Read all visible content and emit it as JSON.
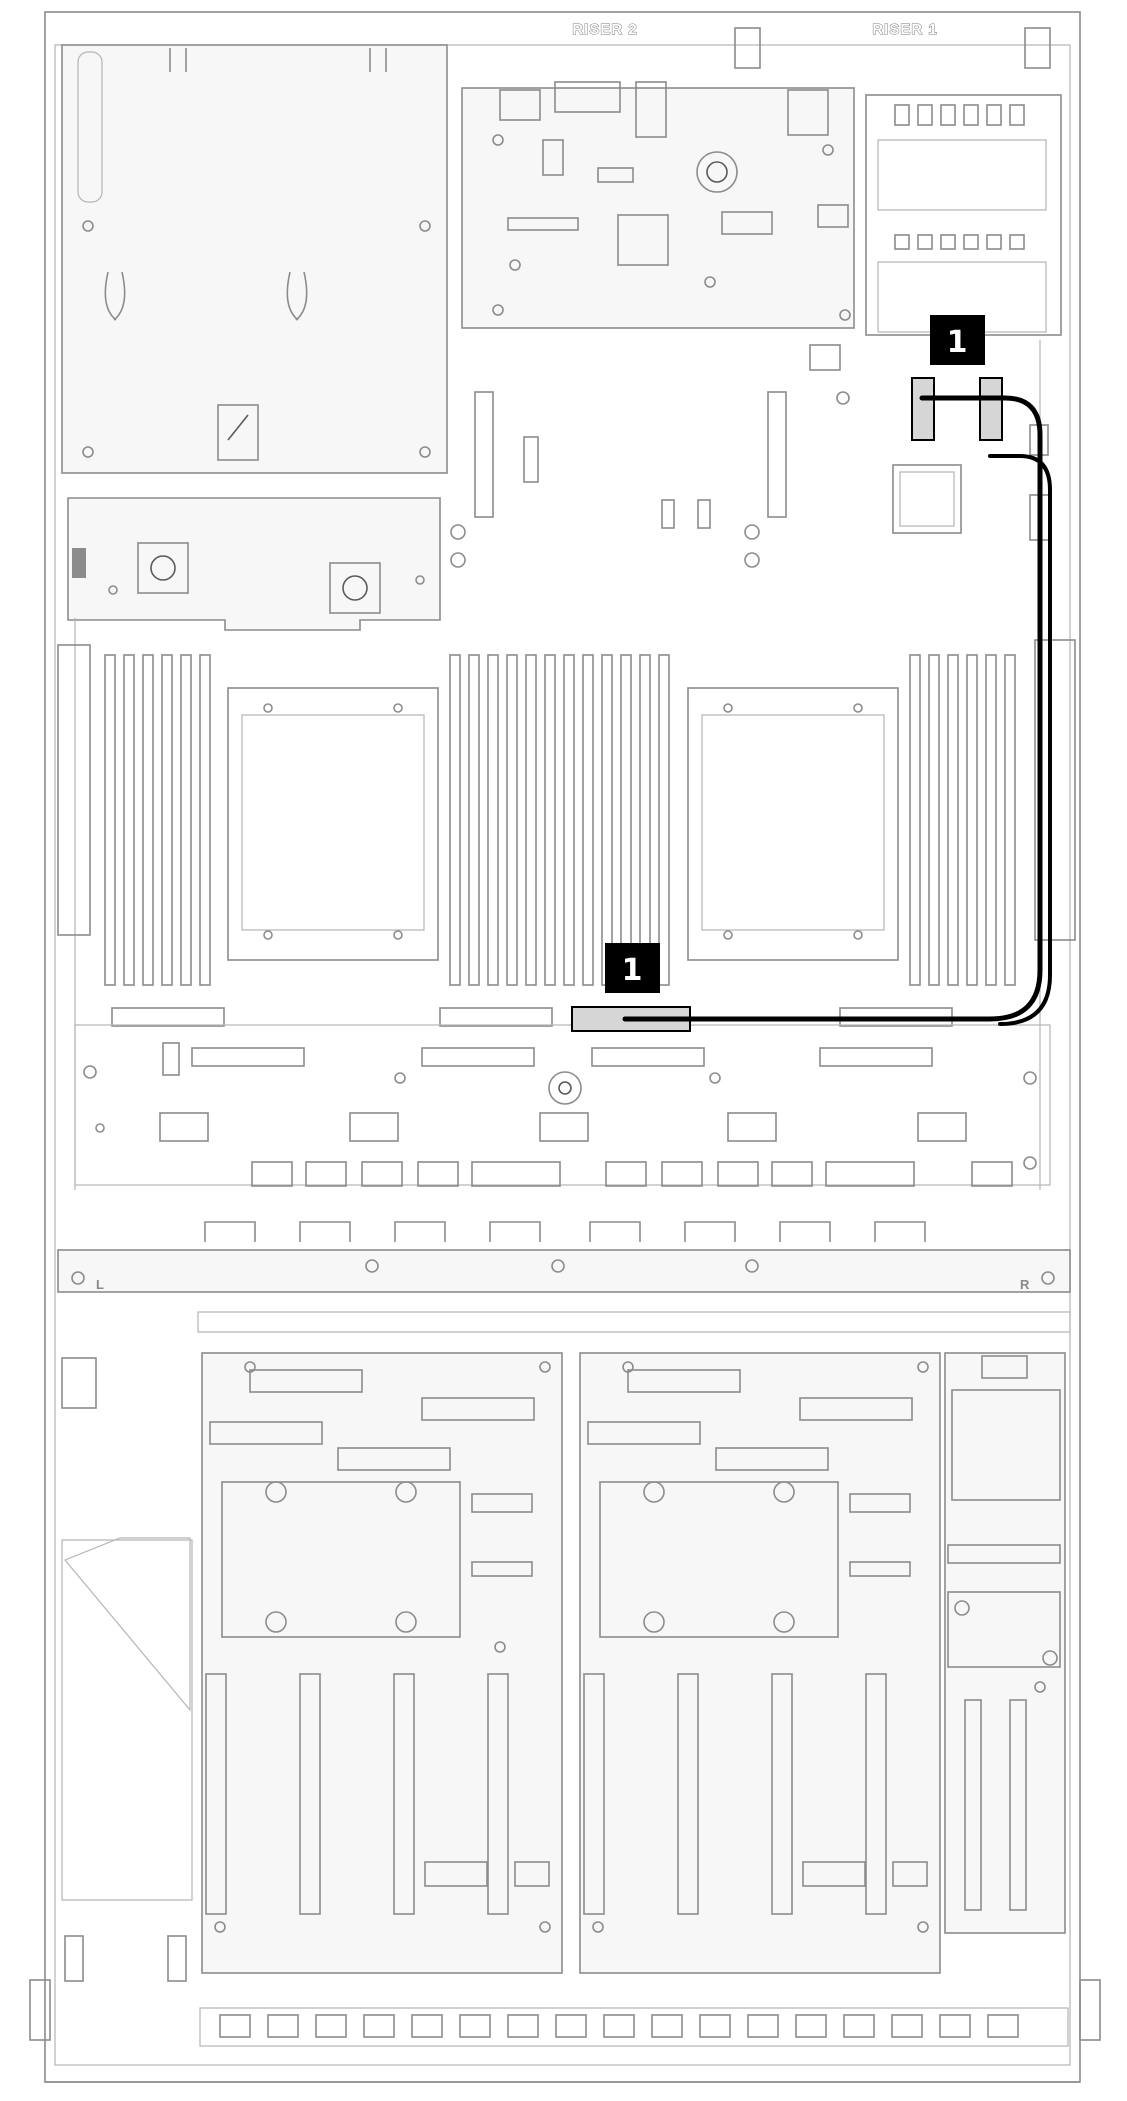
{
  "labels": {
    "riser_2": "RISER 2",
    "riser_1": "RISER 1",
    "side_left": "L",
    "side_right": "R"
  },
  "callouts": [
    {
      "text": "1"
    },
    {
      "text": "1"
    }
  ],
  "colors": {
    "outline": "#8c8c8c",
    "cable": "#000000",
    "connector_highlight": "#d6d6d6",
    "callout_bg": "#000000",
    "callout_text": "#ffffff"
  }
}
